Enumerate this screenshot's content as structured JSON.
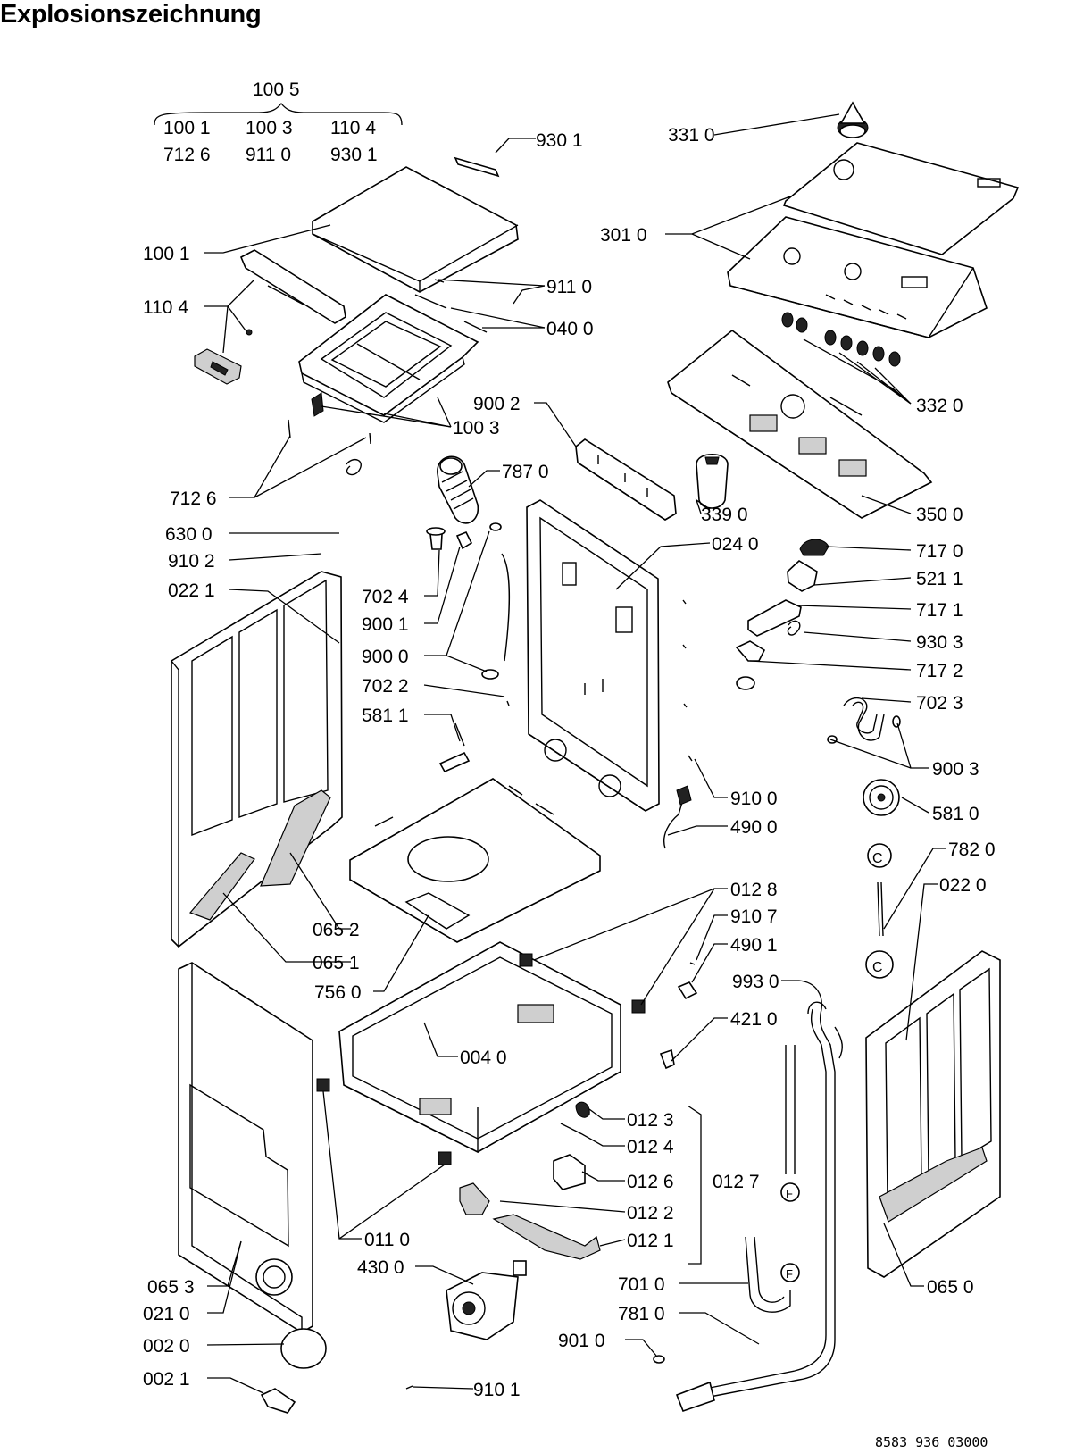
{
  "title": "Explosionszeichnung",
  "doc_number": "8583 936 03000",
  "set": {
    "label": "100 5",
    "items": [
      "100 1",
      "100 3",
      "110 4",
      "712 6",
      "911 0",
      "930 1"
    ]
  },
  "labels": {
    "l9301": "930 1",
    "l3310": "331 0",
    "l3010": "301 0",
    "l1001": "100 1",
    "l9110": "911 0",
    "l1104": "110 4",
    "l0400": "040 0",
    "l3320": "332 0",
    "l9002": "900 2",
    "l1003": "100 3",
    "l7870": "787 0",
    "l7126": "712 6",
    "l3390": "339 0",
    "l3500": "350 0",
    "l6300": "630 0",
    "l0240": "024 0",
    "l7170": "717 0",
    "l9102": "910 2",
    "l5211": "521 1",
    "l0221": "022 1",
    "l7171": "717 1",
    "l7024": "702 4",
    "l9303": "930 3",
    "l9001": "900 1",
    "l7172": "717 2",
    "l9000": "900 0",
    "l7023": "702 3",
    "l7022": "702 2",
    "l5811": "581 1",
    "l9003": "900 3",
    "l9100": "910 0",
    "l5810": "581 0",
    "l4900": "490 0",
    "l7820": "782 0",
    "l0128": "012 8",
    "l0220": "022 0",
    "l9107": "910 7",
    "l0652": "065 2",
    "l4901": "490 1",
    "l0651": "065 1",
    "l9930": "993 0",
    "l7560": "756 0",
    "l4210": "421 0",
    "l0040": "004 0",
    "l0123": "012 3",
    "l0124": "012 4",
    "l0126": "012 6",
    "l0127": "012 7",
    "l0122": "012 2",
    "l0110": "011 0",
    "l0121": "012 1",
    "l4300": "430 0",
    "l0653": "065 3",
    "l7010": "701 0",
    "l0650": "065 0",
    "l0210": "021 0",
    "l7810": "781 0",
    "l0020": "002 0",
    "l9010": "901 0",
    "l0021": "002 1",
    "l9101": "910 1"
  },
  "markers": {
    "c": "C",
    "f": "F"
  }
}
